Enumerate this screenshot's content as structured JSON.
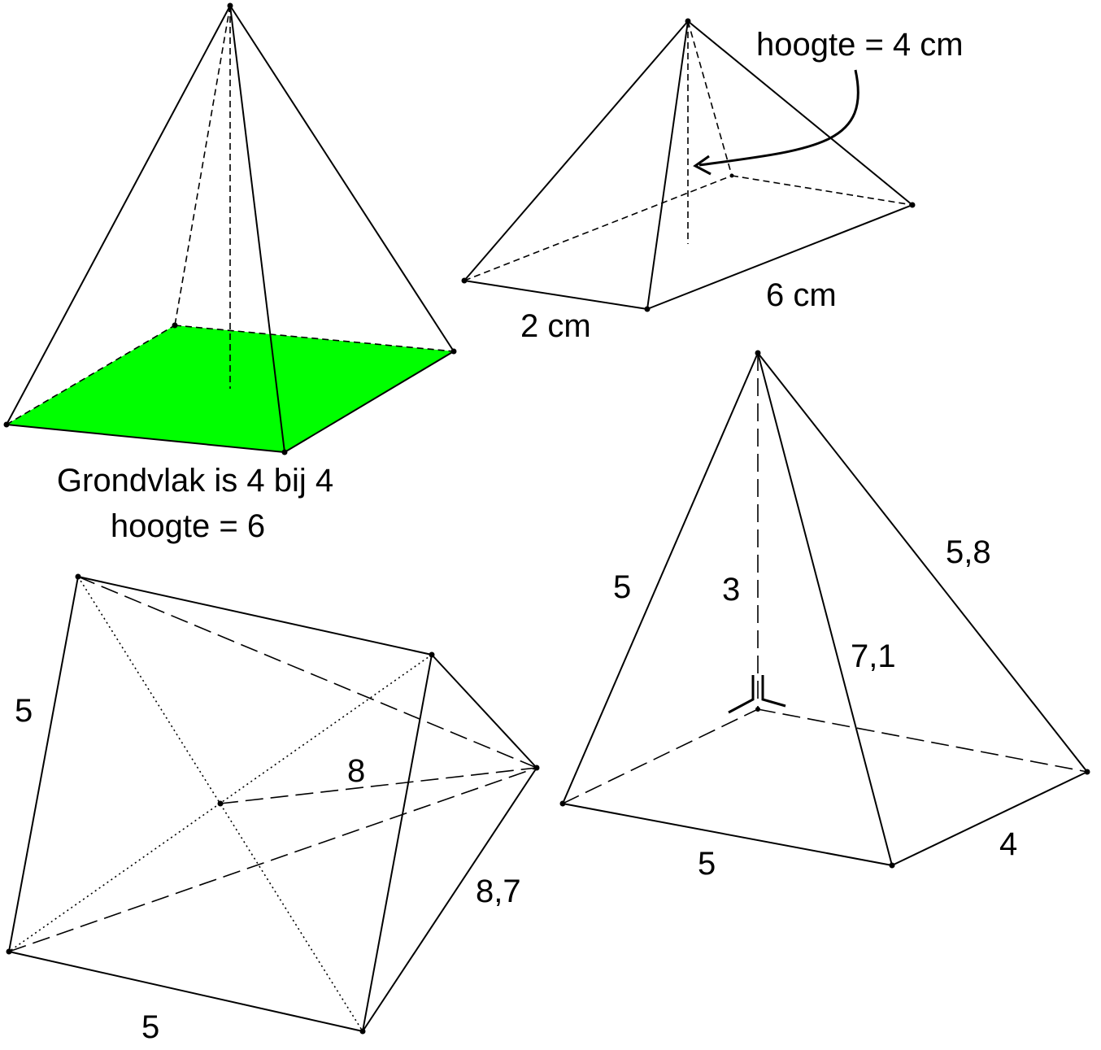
{
  "colors": {
    "base_fill": "#00ff00",
    "line": "#000000",
    "background": "#ffffff"
  },
  "pyramid1": {
    "caption_line1": "Grondvlak is 4 bij 4",
    "caption_line2": "hoogte = 6"
  },
  "pyramid2": {
    "height_label": "hoogte = 4 cm",
    "front_label": "2 cm",
    "side_label": "6 cm"
  },
  "pyramid3": {
    "slant_label": "5",
    "height_label": "3",
    "edge_label": "5,8",
    "diag_label": "7,1",
    "base_front_label": "5",
    "base_side_label": "4"
  },
  "pyramid4": {
    "left_label": "5",
    "apex_label": "8",
    "right_label": "8,7",
    "bottom_label": "5"
  }
}
